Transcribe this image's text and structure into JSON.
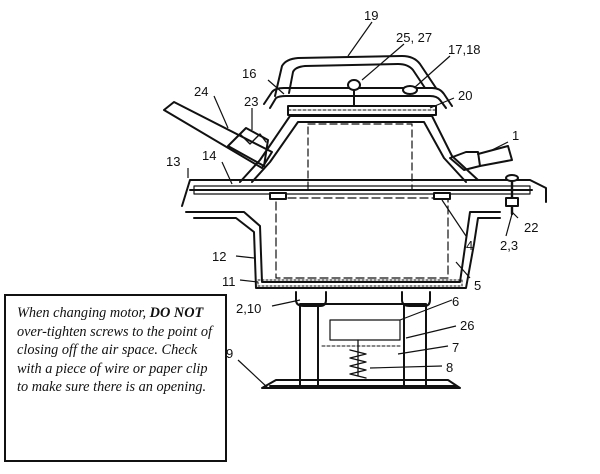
{
  "callouts": {
    "c1": "1",
    "c2_3": "2,3",
    "c2_10": "2,10",
    "c4": "4",
    "c5": "5",
    "c6": "6",
    "c7": "7",
    "c8": "8",
    "c9": "9",
    "c11": "11",
    "c12": "12",
    "c13": "13",
    "c14": "14",
    "c16": "16",
    "c17_18": "17,18",
    "c19": "19",
    "c20": "20",
    "c22": "22",
    "c23": "23",
    "c24": "24",
    "c25_27": "25, 27",
    "c26": "26"
  },
  "note": {
    "line1_a": "When changing motor, ",
    "line1_b": "DO",
    "line2_a": "NOT",
    "line2_b": " over-tighten screws to the point of closing off the air space. Check with a piece of wire or paper clip to make sure there is an opening."
  }
}
